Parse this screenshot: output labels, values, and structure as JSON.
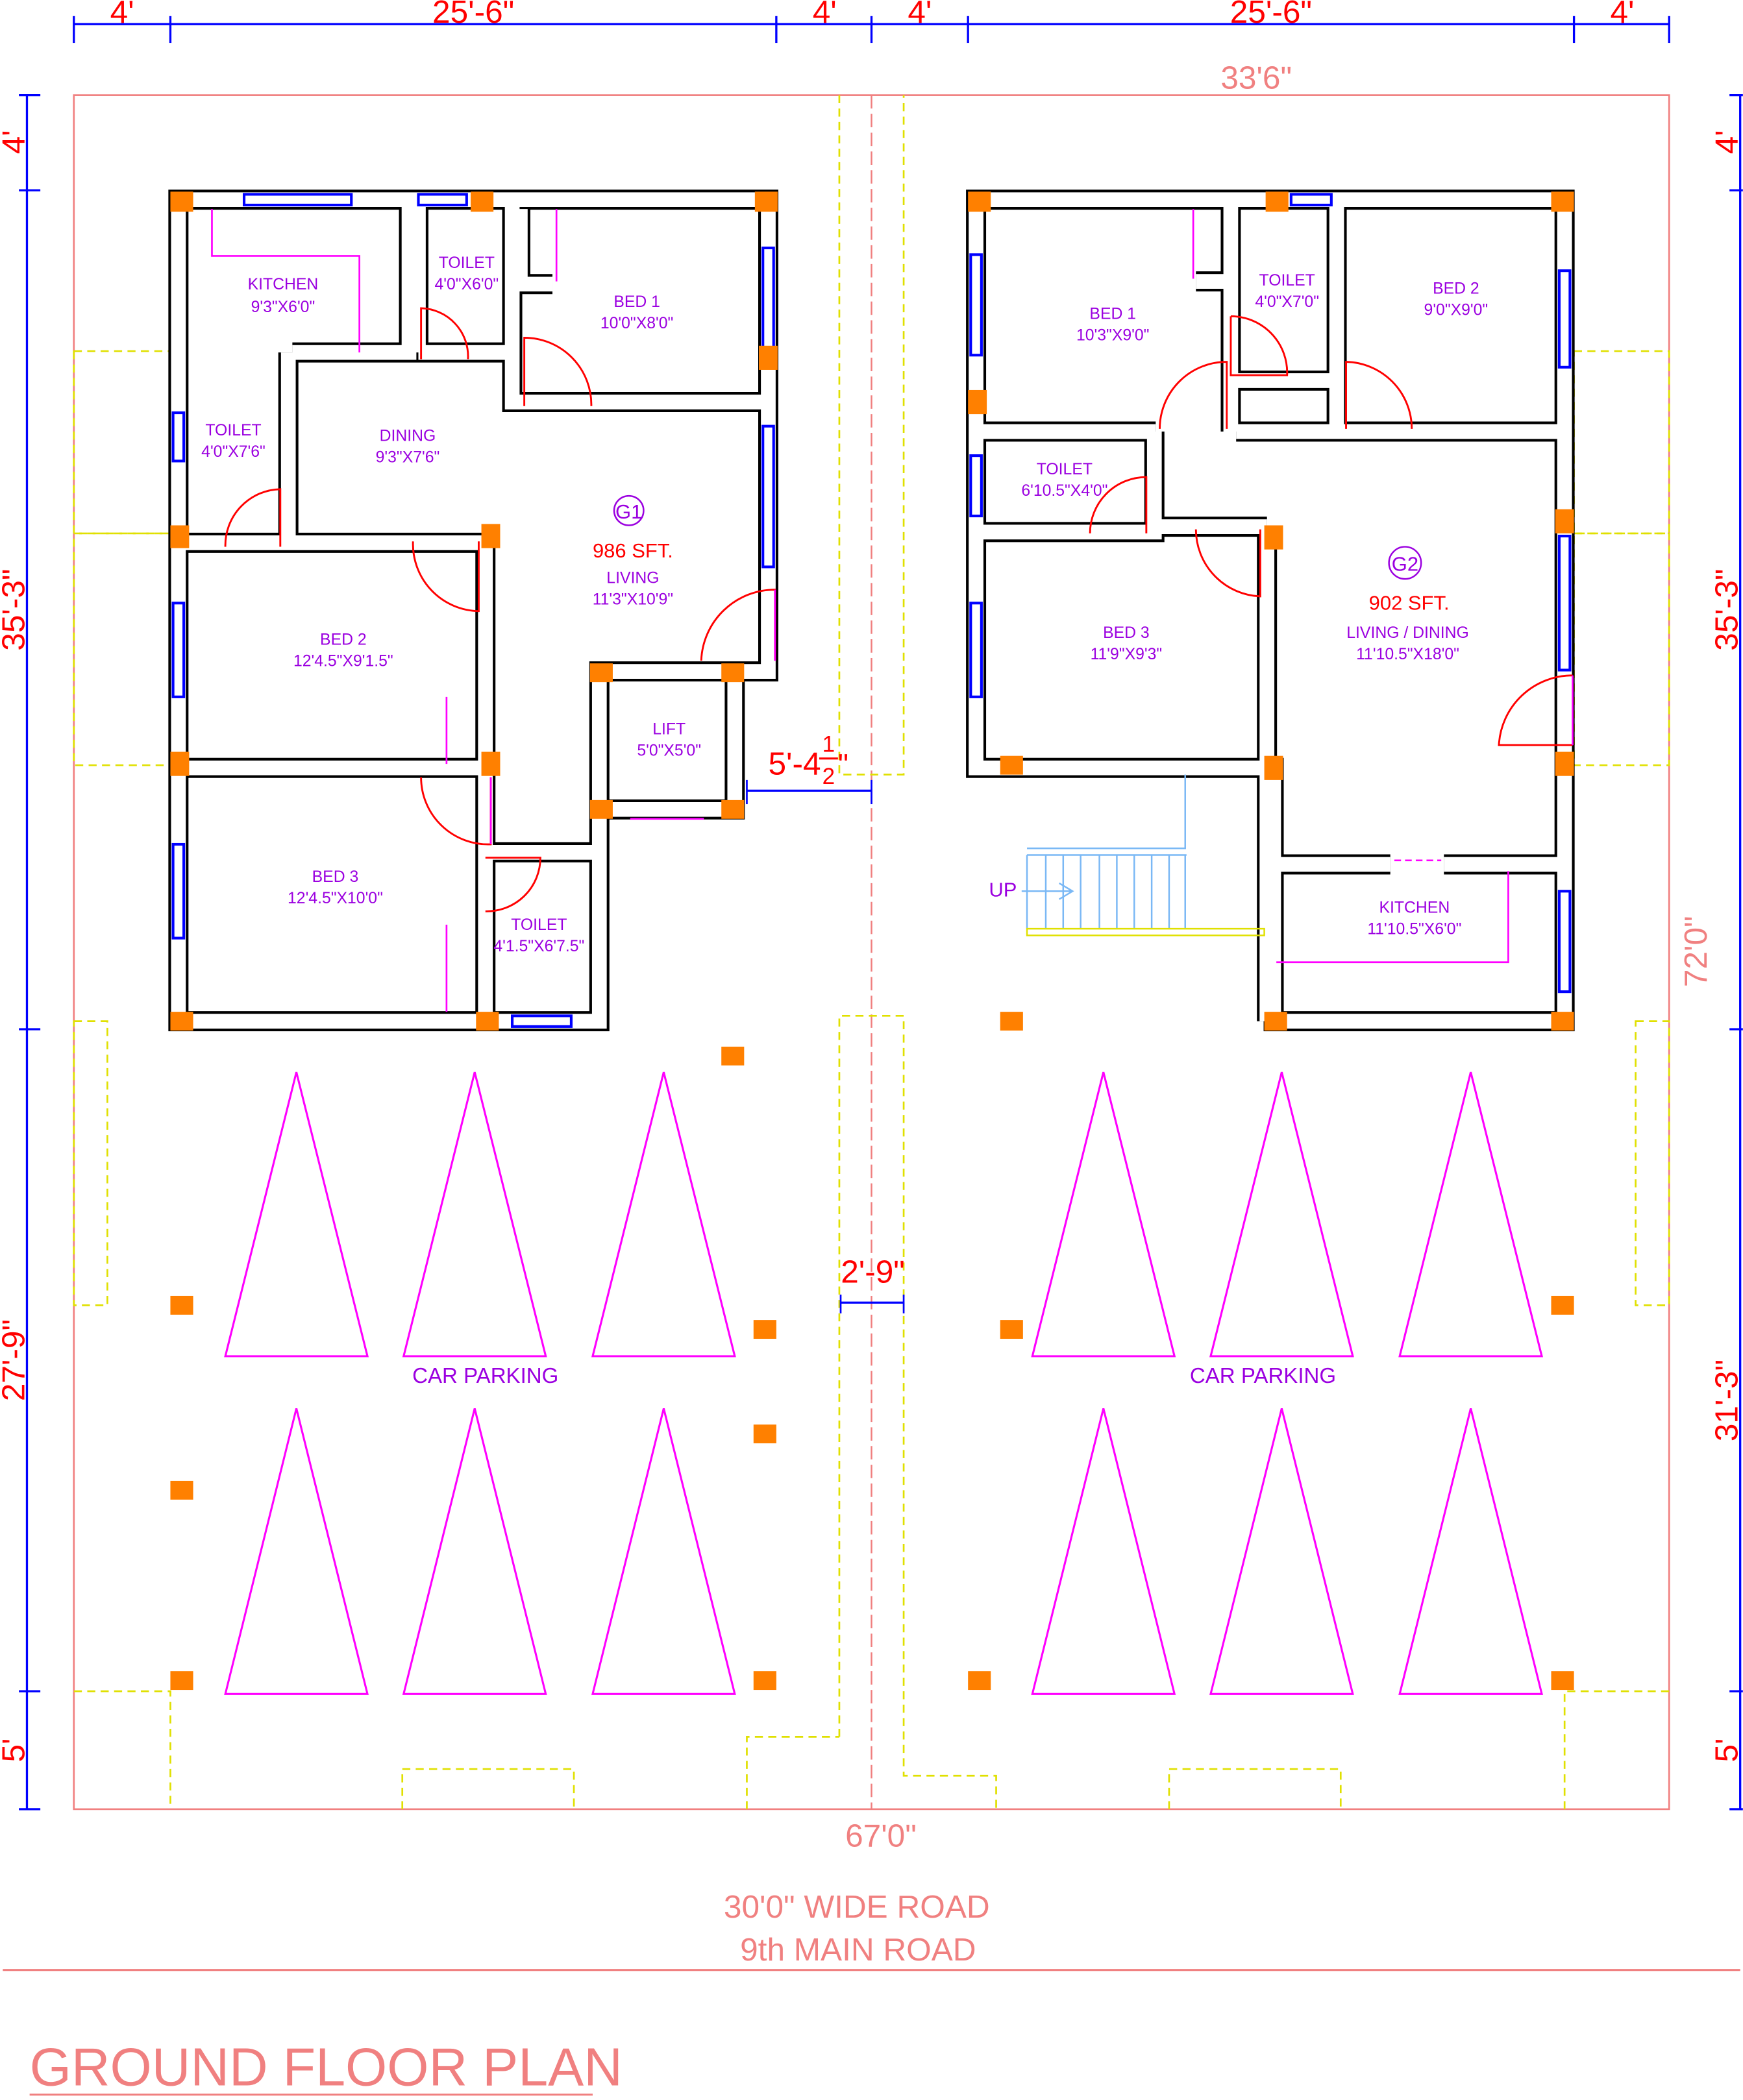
{
  "title": "GROUND FLOOR PLAN",
  "top_dims": [
    "4'",
    "25'-6\"",
    "4'",
    "4'",
    "25'-6\"",
    "4'"
  ],
  "plot_width_top": "33'6\"",
  "plot_width_bottom": "67'0\"",
  "plot_depth_right": "72'0\"",
  "left_dims": [
    "4'",
    "35'-3\"",
    "27'-9\"",
    "5'"
  ],
  "right_dims": [
    "4'",
    "35'-3\"",
    "31'-3\"",
    "5'"
  ],
  "gap_dim_main": "5'-4",
  "gap_dim_frac_num": "1",
  "gap_dim_frac_den": "2",
  "gap_dim_inch": "\"",
  "gap_dim_parking": "2'-9\"",
  "road": {
    "line1": "30'0\" WIDE ROAD",
    "line2": "9th MAIN ROAD"
  },
  "unit_g1": {
    "tag": "G1",
    "area": "986 SFT.",
    "rooms": [
      {
        "name": "KITCHEN",
        "size": "9'3\"X6'0\""
      },
      {
        "name": "TOILET",
        "size": "4'0\"X6'0\""
      },
      {
        "name": "BED 1",
        "size": "10'0\"X8'0\""
      },
      {
        "name": "TOILET",
        "size": "4'0\"X7'6\""
      },
      {
        "name": "DINING",
        "size": "9'3\"X7'6\""
      },
      {
        "name": "LIVING",
        "size": "11'3\"X10'9\""
      },
      {
        "name": "BED 2",
        "size": "12'4.5\"X9'1.5\""
      },
      {
        "name": "LIFT",
        "size": "5'0\"X5'0\""
      },
      {
        "name": "BED 3",
        "size": "12'4.5\"X10'0\""
      },
      {
        "name": "TOILET",
        "size": "4'1.5\"X6'7.5\""
      }
    ]
  },
  "unit_g2": {
    "tag": "G2",
    "area": "902 SFT.",
    "rooms": [
      {
        "name": "BED 1",
        "size": "10'3\"X9'0\""
      },
      {
        "name": "TOILET",
        "size": "4'0\"X7'0\""
      },
      {
        "name": "BED 2",
        "size": "9'0\"X9'0\""
      },
      {
        "name": "TOILET",
        "size": "6'10.5\"X4'0\""
      },
      {
        "name": "BED 3",
        "size": "11'9\"X9'3\""
      },
      {
        "name": "LIVING / DINING",
        "size": "11'10.5\"X18'0\""
      },
      {
        "name": "KITCHEN",
        "size": "11'10.5\"X6'0\""
      }
    ]
  },
  "stair_label": "UP",
  "parking_labels": [
    "CAR PARKING",
    "CAR PARKING"
  ]
}
